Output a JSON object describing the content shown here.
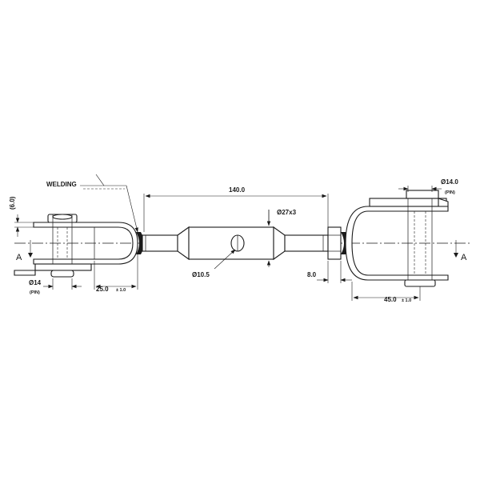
{
  "drawing": {
    "labels": {
      "welding": "WELDING",
      "dim_140": "140.0",
      "dia_27": "Ø27x3",
      "dia_10_5": "Ø10.5",
      "dim_8": "8.0",
      "dim_6": "(6.0)",
      "dim_25": "25.0",
      "tol_25": "± 1.0",
      "dia_14_left": "Ø14",
      "pin_left": "(PIN)",
      "dia_14_right": "Ø14.0",
      "pin_right": "(PIN)",
      "dim_45": "45.0",
      "tol_45": "± 1.0",
      "section_left": "A",
      "section_right": "A"
    },
    "colors": {
      "line": "#1a1a1a",
      "weld": "#1a1a1a",
      "background": "#ffffff"
    }
  }
}
